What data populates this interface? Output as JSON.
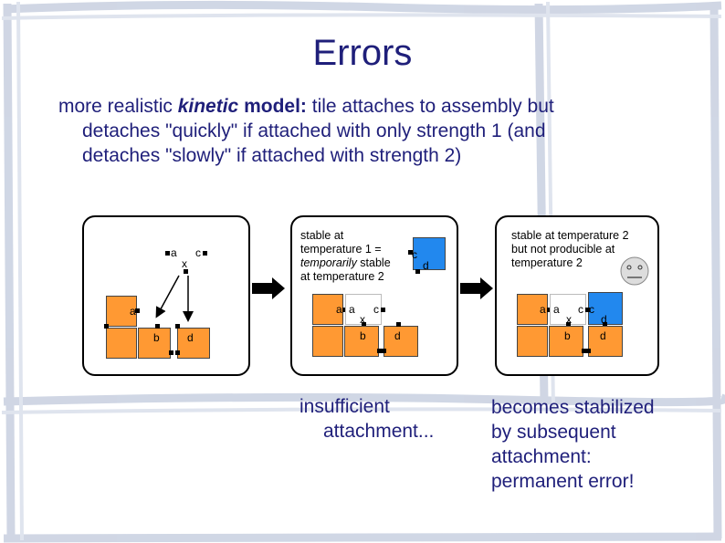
{
  "slide": {
    "title": "Errors",
    "bullet": {
      "lead": "more realistic ",
      "emph": "kinetic",
      "bold_rest": " model:",
      "line1_rest": " tile attaches to assembly but",
      "line2": "detaches \"quickly\" if attached with only strength 1 (and",
      "line3": "detaches \"slowly\" if attached with strength 2)"
    }
  },
  "panel1": {
    "glue_a_top": "a",
    "glue_c_top": "c",
    "glue_x_top": "x",
    "glue_a_left": "a",
    "glue_b": "b",
    "glue_d": "d"
  },
  "panel2": {
    "note_line1": "stable at",
    "note_line2": "temperature 1 =",
    "note_line3_em": "temporarily",
    "note_line3_rest": " stable",
    "note_line4": "at temperature 2",
    "glue_c_blue": "c",
    "glue_d_blue": "d",
    "glue_a1": "a",
    "glue_a2": "a",
    "glue_x": "x",
    "glue_c": "c",
    "glue_b": "b",
    "glue_d": "d"
  },
  "panel3": {
    "note_line1": "stable at temperature 2",
    "note_line2": "but not producible at",
    "note_line3": "temperature 2",
    "glue_a1": "a",
    "glue_a2": "a",
    "glue_x": "x",
    "glue_c1": "c",
    "glue_c2": "c",
    "glue_d_blue": "d",
    "glue_b": "b",
    "glue_d": "d"
  },
  "captions": {
    "left_line1": "insufficient",
    "left_line2": "attachment...",
    "right_line1": "becomes stabilized",
    "right_line2": "by subsequent",
    "right_line3": "attachment:",
    "right_line4": "permanent error!"
  },
  "colors": {
    "orange": "#ff9933",
    "blue": "#2288ee",
    "text": "#1f1f7a"
  }
}
